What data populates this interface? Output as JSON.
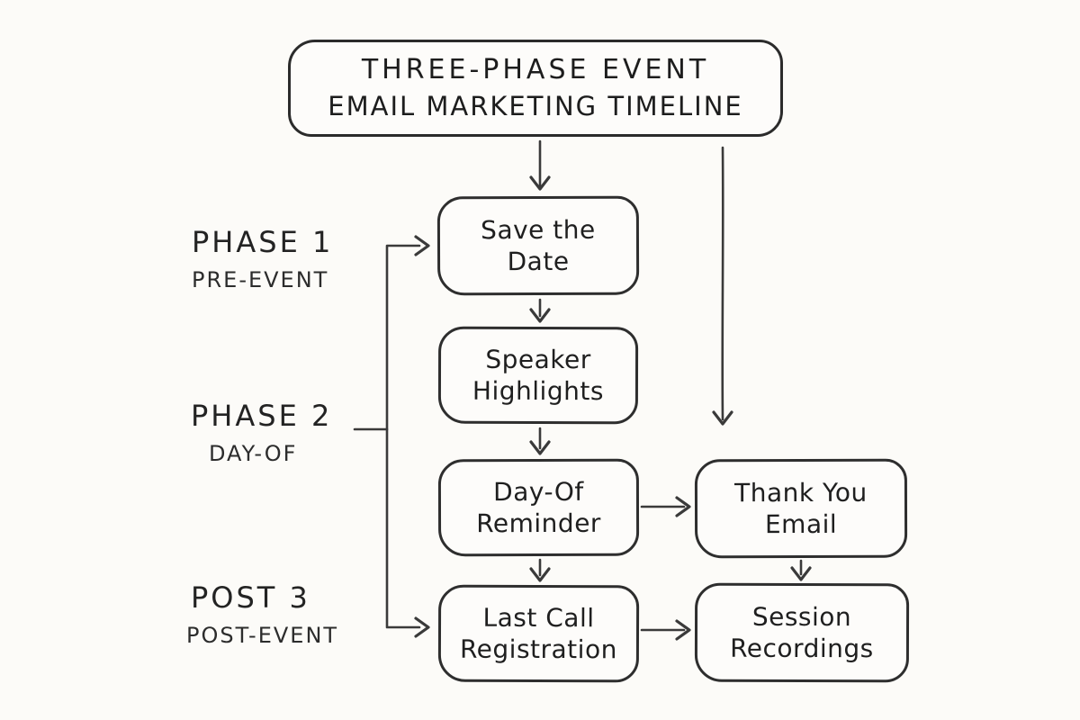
{
  "title": {
    "line1": "THREE-PHASE EVENT",
    "line2": "EMAIL MARKETING TIMELINE"
  },
  "phases": [
    {
      "name": "PHASE 1",
      "sub": "PRE-EVENT"
    },
    {
      "name": "PHASE 2",
      "sub": "DAY-OF"
    },
    {
      "name": "POST 3",
      "sub": "POST-EVENT"
    }
  ],
  "nodes": {
    "save": {
      "line1": "Save the",
      "line2": "Date"
    },
    "speaker": {
      "line1": "Speaker",
      "line2": "Highlights"
    },
    "dayof": {
      "line1": "Day-Of",
      "line2": "Reminder"
    },
    "lastcall": {
      "line1": "Last Call",
      "line2": "Registration"
    },
    "thankyou": {
      "line1": "Thank You",
      "line2": "Email"
    },
    "session": {
      "line1": "Session",
      "line2": "Recordings"
    }
  },
  "colors": {
    "background": "#fcfbf8",
    "stroke": "#2e2e2e",
    "text": "#1f1f1f"
  }
}
